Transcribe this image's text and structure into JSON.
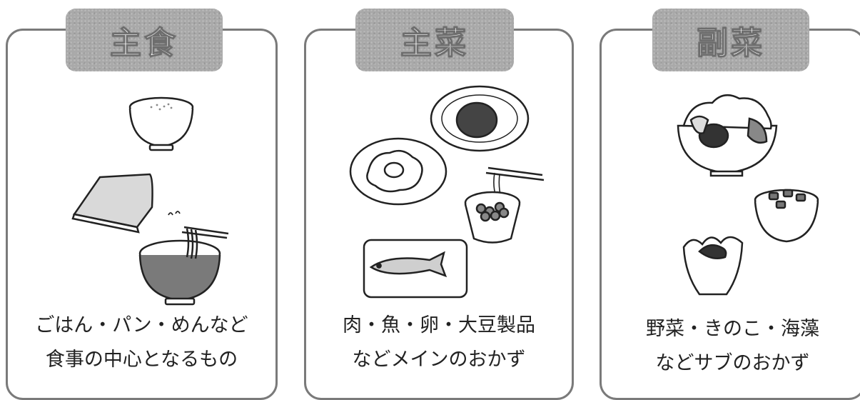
{
  "panels": [
    {
      "title": "主食",
      "caption_line1": "ごはん・パン・めんなど",
      "caption_line2": "食事の中心となるもの"
    },
    {
      "title": "主菜",
      "caption_line1": "肉・魚・卵・大豆製品",
      "caption_line2": "などメインのおかず"
    },
    {
      "title": "副菜",
      "caption_line1": "野菜・きのこ・海藻",
      "caption_line2": "などサブのおかず"
    }
  ],
  "colors": {
    "tab_fill": "#a9a9a9",
    "panel_border": "#7a7a7a",
    "text": "#222222"
  }
}
